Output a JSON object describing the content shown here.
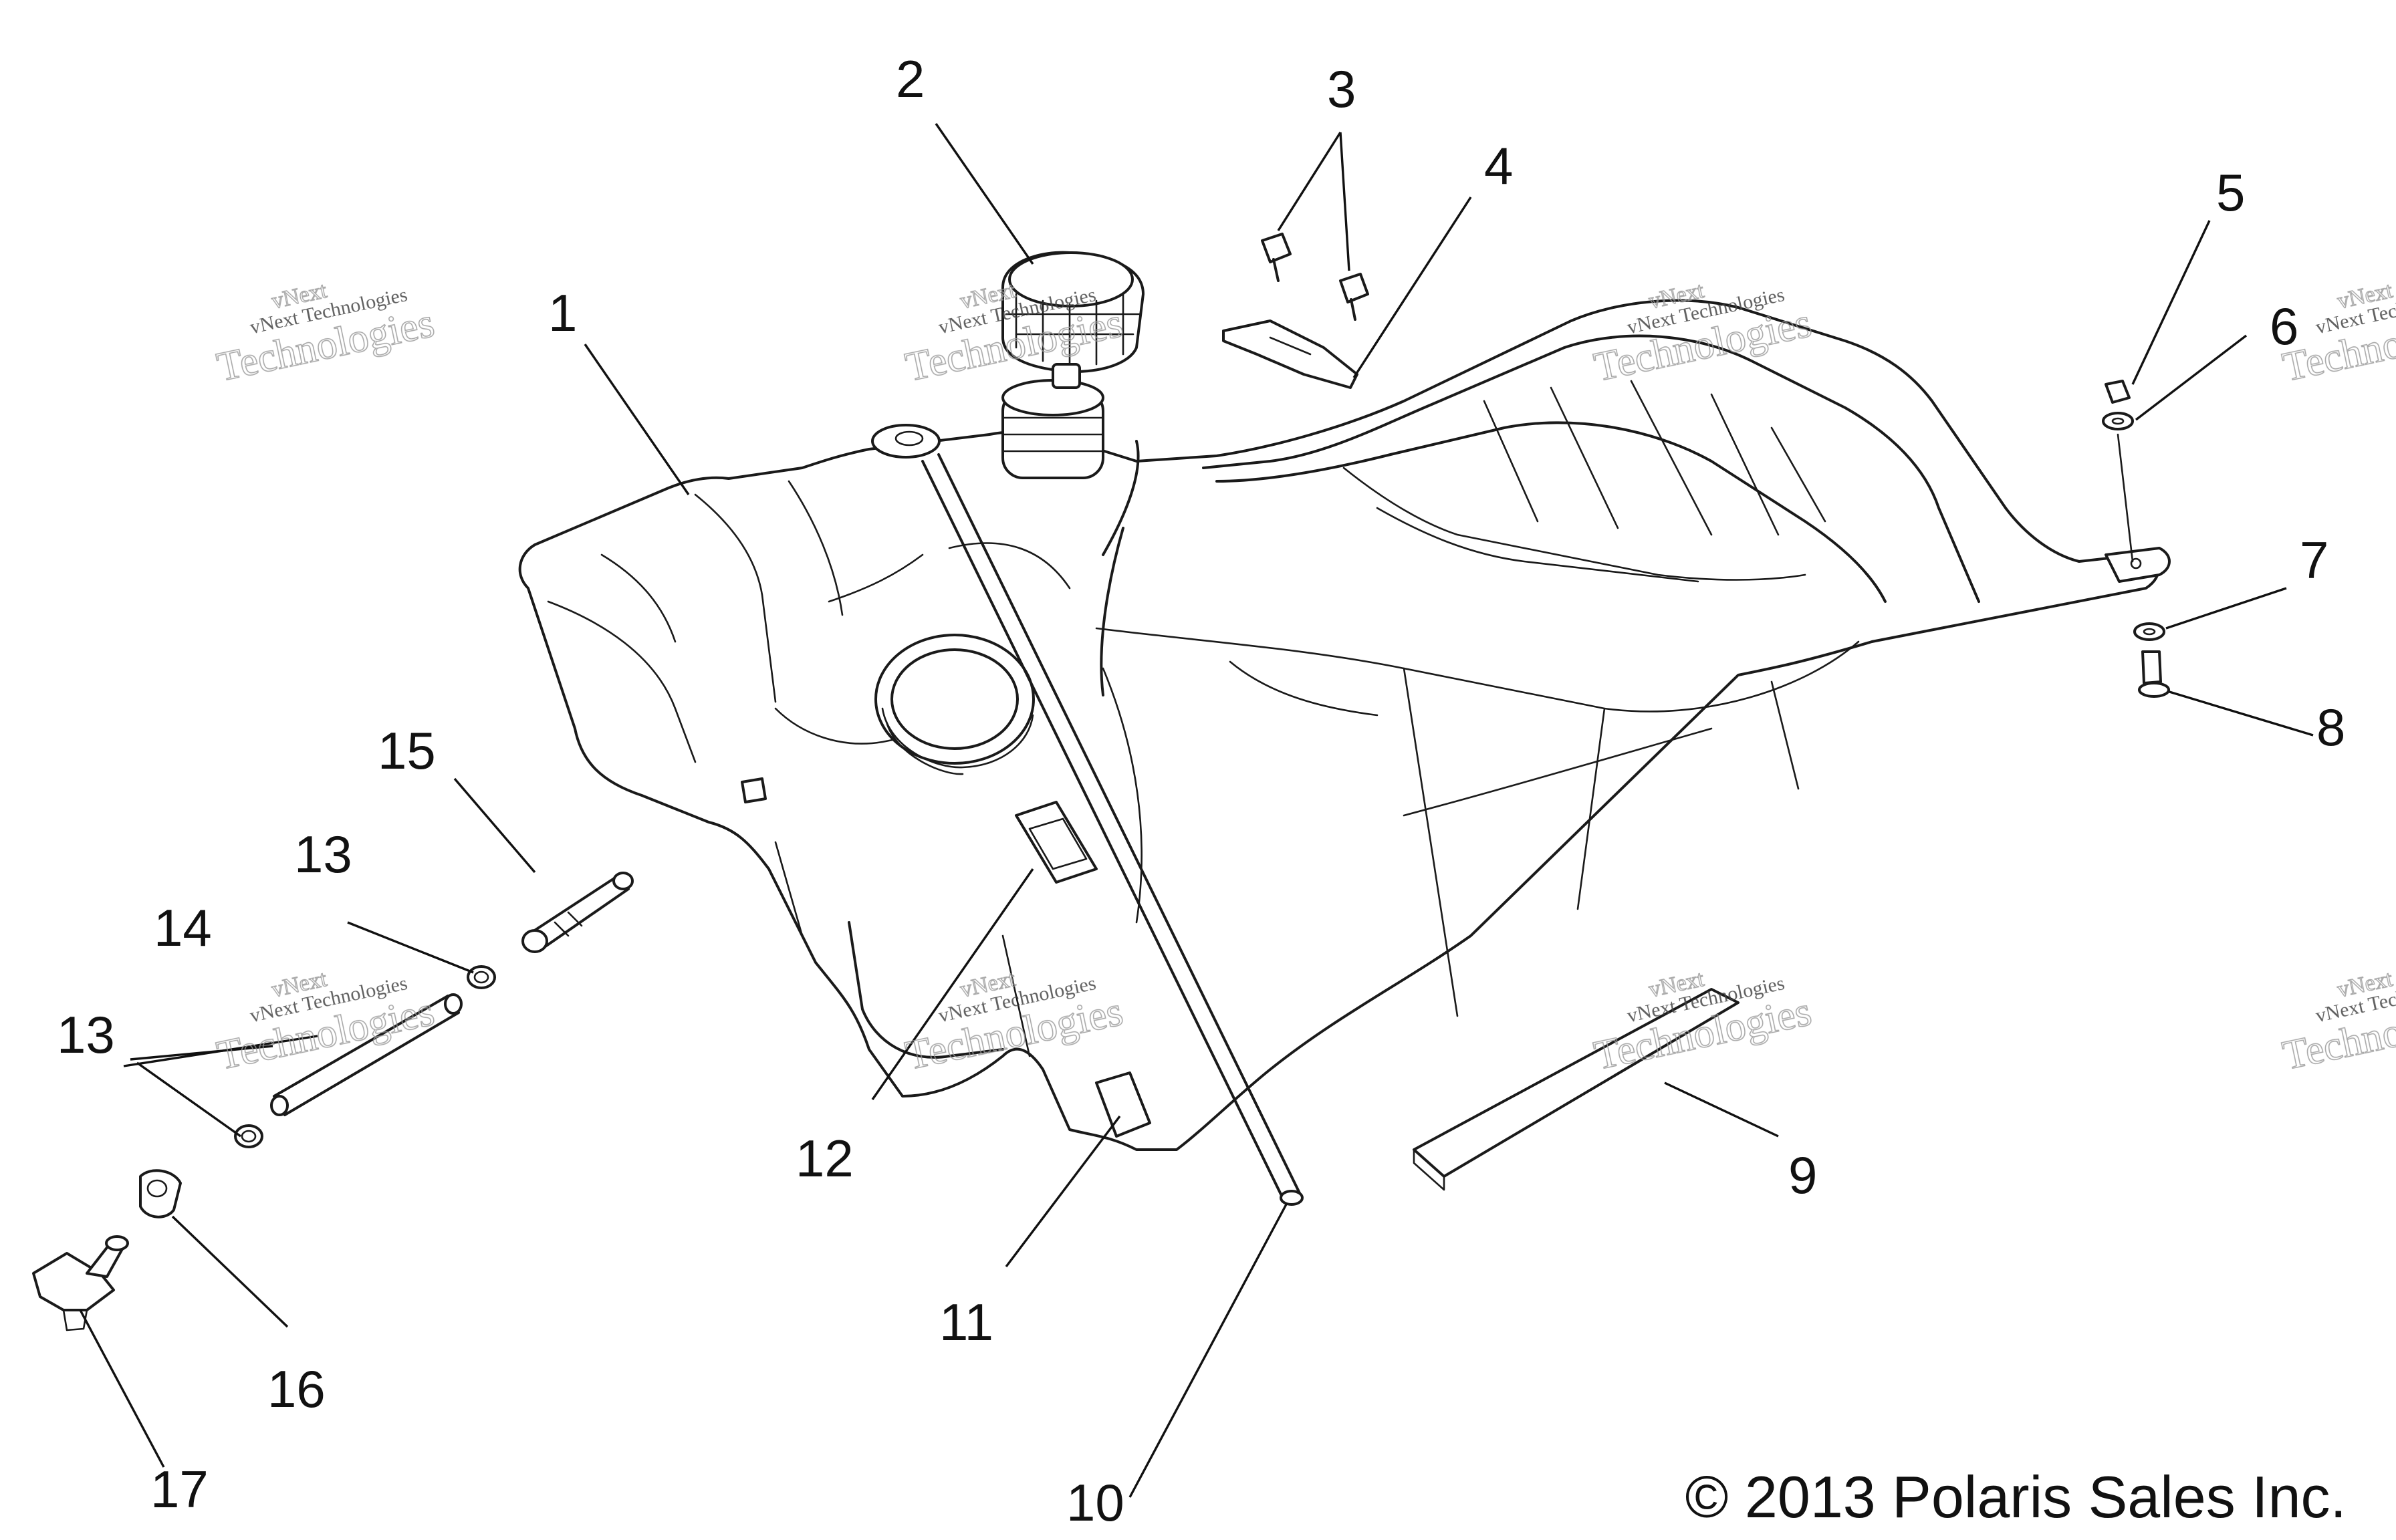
{
  "diagram": {
    "callouts": [
      {
        "id": "1",
        "label": "1"
      },
      {
        "id": "2",
        "label": "2"
      },
      {
        "id": "3",
        "label": "3"
      },
      {
        "id": "4",
        "label": "4"
      },
      {
        "id": "5",
        "label": "5"
      },
      {
        "id": "6",
        "label": "6"
      },
      {
        "id": "7",
        "label": "7"
      },
      {
        "id": "8",
        "label": "8"
      },
      {
        "id": "9",
        "label": "9"
      },
      {
        "id": "10",
        "label": "10"
      },
      {
        "id": "11",
        "label": "11"
      },
      {
        "id": "12",
        "label": "12"
      },
      {
        "id": "13a",
        "label": "13"
      },
      {
        "id": "13b",
        "label": "13"
      },
      {
        "id": "14",
        "label": "14"
      },
      {
        "id": "15",
        "label": "15"
      },
      {
        "id": "16",
        "label": "16"
      },
      {
        "id": "17",
        "label": "17"
      }
    ],
    "watermark": {
      "line1": "vNext",
      "line2": "vNext Technologies",
      "line3": "Technologies"
    },
    "copyright": "© 2013 Polaris Sales Inc."
  }
}
